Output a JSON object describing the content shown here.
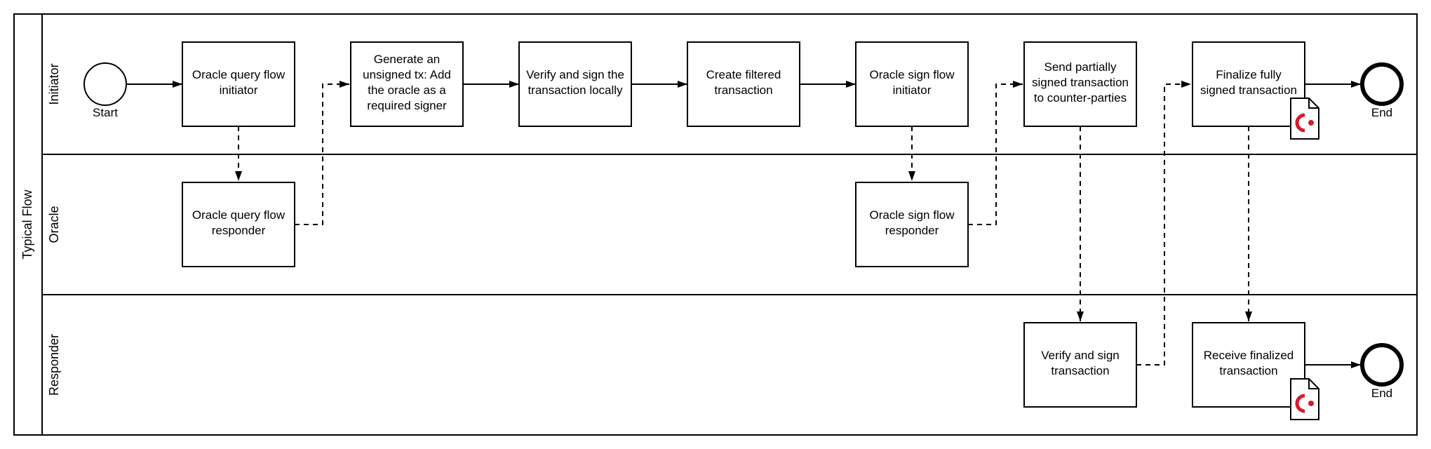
{
  "pool": {
    "title": "Typical Flow"
  },
  "lanes": [
    {
      "id": "initiator",
      "label": "Initiator"
    },
    {
      "id": "oracle",
      "label": "Oracle"
    },
    {
      "id": "responder",
      "label": "Responder"
    }
  ],
  "tasks": [
    {
      "id": "t1",
      "lane": "initiator",
      "lines": [
        "Oracle query flow",
        "initiator"
      ]
    },
    {
      "id": "t2",
      "lane": "initiator",
      "lines": [
        "Generate an",
        "unsigned tx: Add",
        "the oracle as a",
        "required signer"
      ]
    },
    {
      "id": "t3",
      "lane": "initiator",
      "lines": [
        "Verify and sign the",
        "transaction locally"
      ]
    },
    {
      "id": "t4",
      "lane": "initiator",
      "lines": [
        "Create filtered",
        "transaction"
      ]
    },
    {
      "id": "t5",
      "lane": "initiator",
      "lines": [
        "Oracle sign flow",
        "initiator"
      ]
    },
    {
      "id": "t6",
      "lane": "initiator",
      "lines": [
        "Send partially",
        "signed transaction",
        "to counter-parties"
      ]
    },
    {
      "id": "t7",
      "lane": "initiator",
      "lines": [
        "Finalize fully",
        "signed transaction"
      ],
      "document": true
    },
    {
      "id": "o1",
      "lane": "oracle",
      "lines": [
        "Oracle query flow",
        "responder"
      ]
    },
    {
      "id": "o2",
      "lane": "oracle",
      "lines": [
        "Oracle sign flow",
        "responder"
      ]
    },
    {
      "id": "r1",
      "lane": "responder",
      "lines": [
        "Verify and sign",
        "transaction"
      ]
    },
    {
      "id": "r2",
      "lane": "responder",
      "lines": [
        "Receive finalized",
        "transaction"
      ],
      "document": true
    }
  ],
  "events": [
    {
      "id": "start",
      "type": "start",
      "label": "Start"
    },
    {
      "id": "end-initiator",
      "type": "end",
      "label": "End"
    },
    {
      "id": "end-responder",
      "type": "end",
      "label": "End"
    }
  ],
  "icons": {
    "document": "corda-document-icon",
    "accent": "#d7192d"
  },
  "sequence_flows": [
    [
      "start",
      "t1"
    ],
    [
      "t2",
      "t3"
    ],
    [
      "t3",
      "t4"
    ],
    [
      "t4",
      "t5"
    ],
    [
      "t7",
      "end-initiator"
    ],
    [
      "r2",
      "end-responder"
    ]
  ],
  "message_flows": [
    [
      "t1",
      "o1"
    ],
    [
      "o1",
      "t2"
    ],
    [
      "t5",
      "o2"
    ],
    [
      "o2",
      "t6"
    ],
    [
      "t6",
      "r1"
    ],
    [
      "r1",
      "t7"
    ],
    [
      "t7",
      "r2"
    ]
  ]
}
